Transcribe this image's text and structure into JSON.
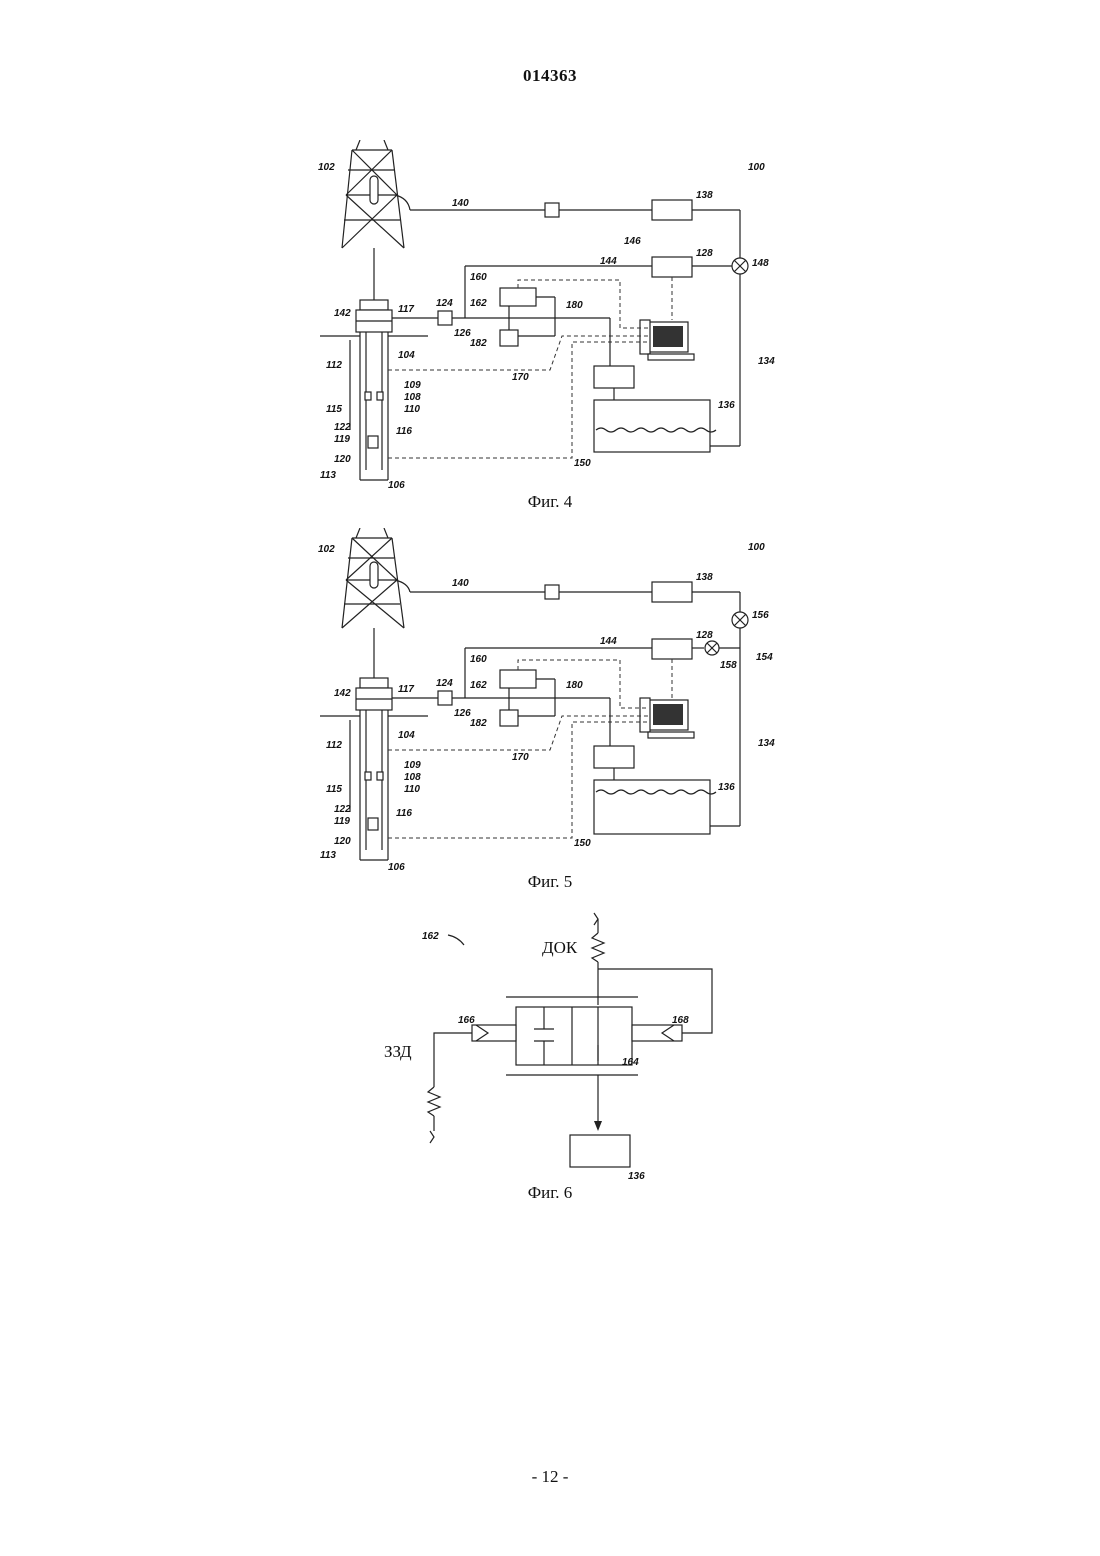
{
  "header": {
    "doc_number": "014363"
  },
  "figures": [
    {
      "caption": "Фиг. 4",
      "labels": {
        "system": "100",
        "rig": "102",
        "formation": "104",
        "bottom": "106",
        "l108": "108",
        "l109": "109",
        "l110": "110",
        "l112": "112",
        "l113": "113",
        "l115": "115",
        "l116": "116",
        "l117": "117",
        "l119": "119",
        "l120": "120",
        "l122": "122",
        "l124": "124",
        "l126": "126",
        "l128": "128",
        "l134": "134",
        "l136": "136",
        "l138": "138",
        "l140": "140",
        "l142": "142",
        "l144": "144",
        "l146": "146",
        "l148": "148",
        "l150": "150",
        "l160": "160",
        "l162": "162",
        "l170": "170",
        "l180": "180",
        "l182": "182"
      }
    },
    {
      "caption": "Фиг. 5",
      "labels": {
        "system": "100",
        "rig": "102",
        "formation": "104",
        "bottom": "106",
        "l108": "108",
        "l109": "109",
        "l110": "110",
        "l112": "112",
        "l113": "113",
        "l115": "115",
        "l116": "116",
        "l117": "117",
        "l119": "119",
        "l120": "120",
        "l122": "122",
        "l124": "124",
        "l126": "126",
        "l128": "128",
        "l134": "134",
        "l136": "136",
        "l138": "138",
        "l140": "140",
        "l142": "142",
        "l144": "144",
        "l150": "150",
        "l154": "154",
        "l156": "156",
        "l158": "158",
        "l160": "160",
        "l162": "162",
        "l170": "170",
        "l180": "180",
        "l182": "182"
      }
    },
    {
      "caption": "Фиг. 6",
      "labels": {
        "unit": "162",
        "dok": "ДОК",
        "zzd": "ЗЗД",
        "l164": "164",
        "l166": "166",
        "l168": "168",
        "l136": "136"
      }
    }
  ],
  "footer": {
    "page_number": "- 12 -"
  }
}
